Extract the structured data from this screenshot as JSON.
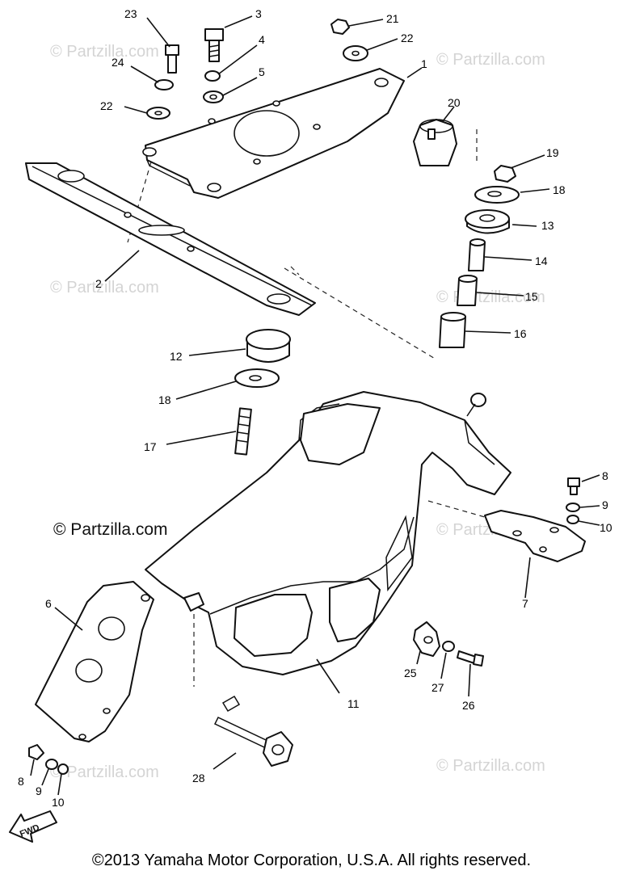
{
  "watermarks": {
    "light": "© Partzilla.com",
    "dark": "© Partzilla.com"
  },
  "fwd_label": "FWD",
  "copyright": "©2013 Yamaha Motor Corporation, U.S.A. All rights reserved.",
  "callouts": {
    "c1": "1",
    "c2": "2",
    "c3": "3",
    "c4": "4",
    "c5": "5",
    "c6": "6",
    "c7": "7",
    "c8a": "8",
    "c8b": "8",
    "c9a": "9",
    "c9b": "9",
    "c10a": "10",
    "c10b": "10",
    "c11": "11",
    "c12": "12",
    "c13": "13",
    "c14": "14",
    "c15": "15",
    "c16": "16",
    "c17": "17",
    "c18a": "18",
    "c18b": "18",
    "c19": "19",
    "c20": "20",
    "c21": "21",
    "c22a": "22",
    "c22b": "22",
    "c23": "23",
    "c24": "24",
    "c25": "25",
    "c26": "26",
    "c27": "27",
    "c28": "28"
  }
}
